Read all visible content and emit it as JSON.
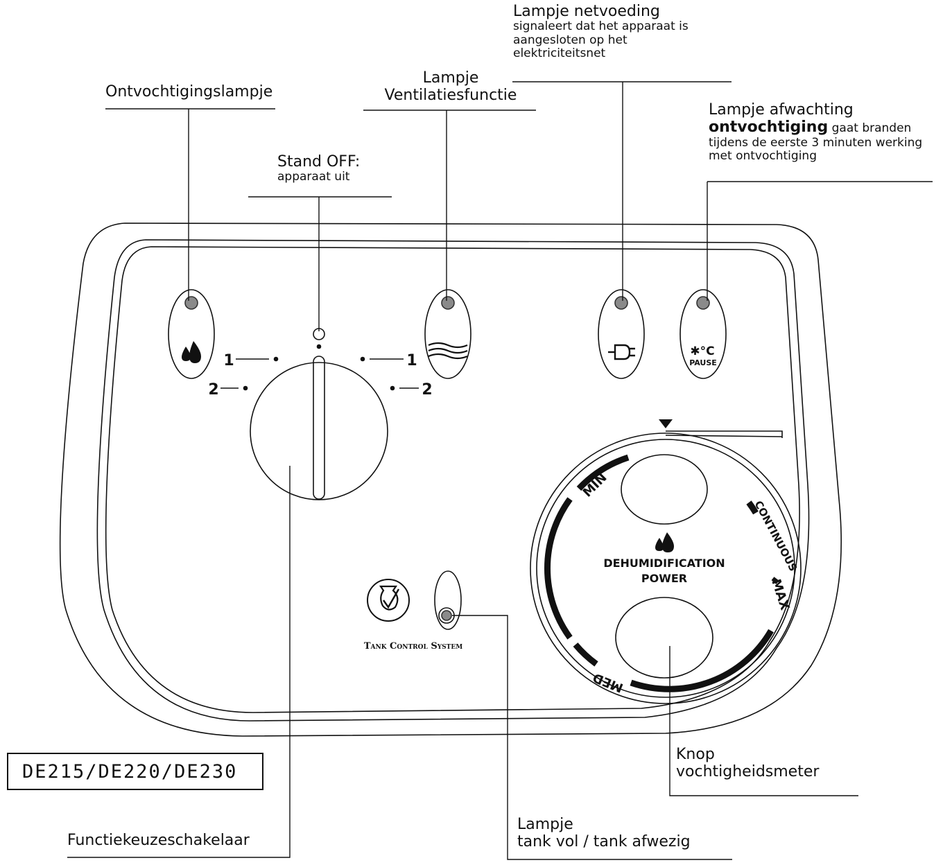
{
  "annotations": {
    "ontvochtiging_lamp": {
      "title": "Ontvochtigingslampje"
    },
    "off_position": {
      "title": "Stand OFF:",
      "description": "apparaat uit"
    },
    "ventilation_lamp": {
      "title_line1": "Lampje",
      "title_line2": "Ventilatiesfunctie"
    },
    "power_lamp": {
      "title": "Lampje netvoeding",
      "description_lines": [
        "signaleert dat het apparaat is",
        "aangesloten op het",
        "elektriciteitsnet"
      ]
    },
    "pause_lamp": {
      "title_line1": "Lampje afwachting",
      "title_line2_bold": "ontvochtiging",
      "title_line2_rest": " gaat branden",
      "description_lines": [
        "tijdens de eerste 3 minuten werking",
        "met ontvochtiging"
      ]
    },
    "humidistat_knob": {
      "title_line1": "Knop",
      "title_line2": "vochtigheidsmeter"
    },
    "function_switch": {
      "title": "Functiekeuzeschakelaar"
    },
    "tank_lamp": {
      "title_line1": "Lampje",
      "title_line2": "tank vol / tank afwezig"
    }
  },
  "panel": {
    "selector_marks": {
      "off": "O",
      "left_1": "1",
      "left_2": "2",
      "right_1": "1",
      "right_2": "2"
    },
    "pause_label": "PAUSE",
    "pause_symbol": "✱°C",
    "humidity_dial": {
      "label_min": "MIN",
      "label_continuous": "CONTINUOUS",
      "label_max": "MAX",
      "label_med": "MED",
      "center_line1": "DEHUMIDIFICATION",
      "center_line2": "POWER"
    },
    "tank_system_label": "Tank Control System"
  },
  "model_label": "DE215/DE220/DE230",
  "colors": {
    "line": "#111111",
    "lamp": "#8a8a8a",
    "background": "#ffffff"
  },
  "icons": [
    "water-drop-icon",
    "airflow-icon",
    "power-plug-icon",
    "pause-snowflake-icon",
    "tank-control-icon",
    "indicator-arrow-icon"
  ]
}
